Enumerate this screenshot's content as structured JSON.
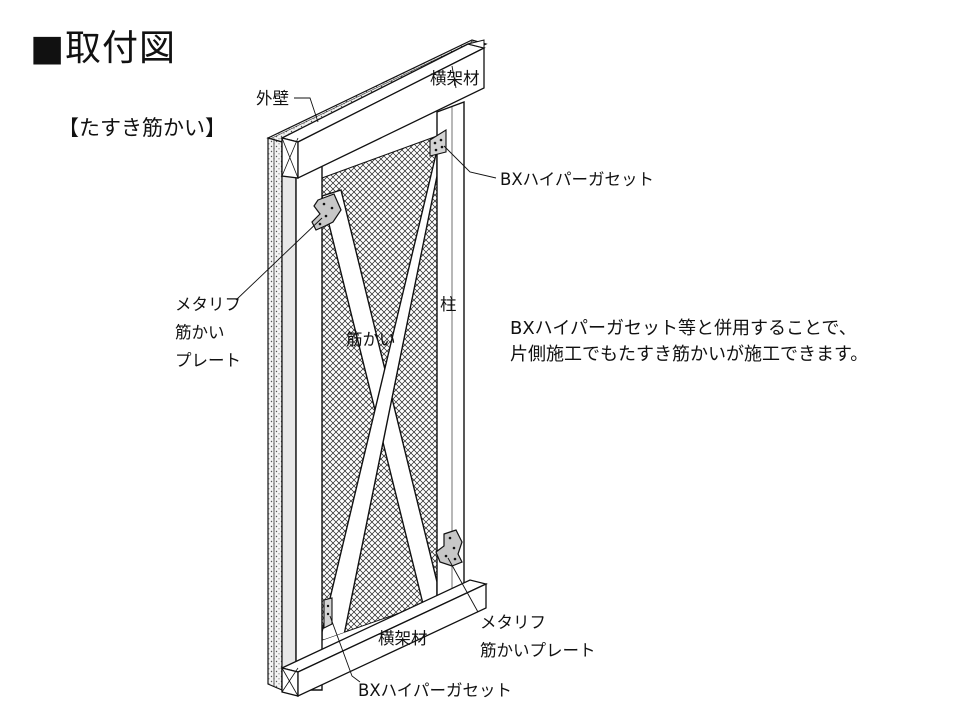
{
  "title": "■取付図",
  "section": "【たすき筋かい】",
  "labels": {
    "outer_wall": "外壁",
    "top_beam": "横架材",
    "bottom_beam": "横架材",
    "column": "柱",
    "brace": "筋かい",
    "gusset_top": "BXハイパーガセット",
    "gusset_bottom": "BXハイパーガセット",
    "plate_left": [
      "メタリフ",
      "筋かい",
      "プレート"
    ],
    "plate_right": [
      "メタリフ",
      "筋かいプレート"
    ]
  },
  "note": [
    "BXハイパーガセット等と併用することで、",
    "片側施工でもたすき筋かいが施工できます。"
  ]
}
